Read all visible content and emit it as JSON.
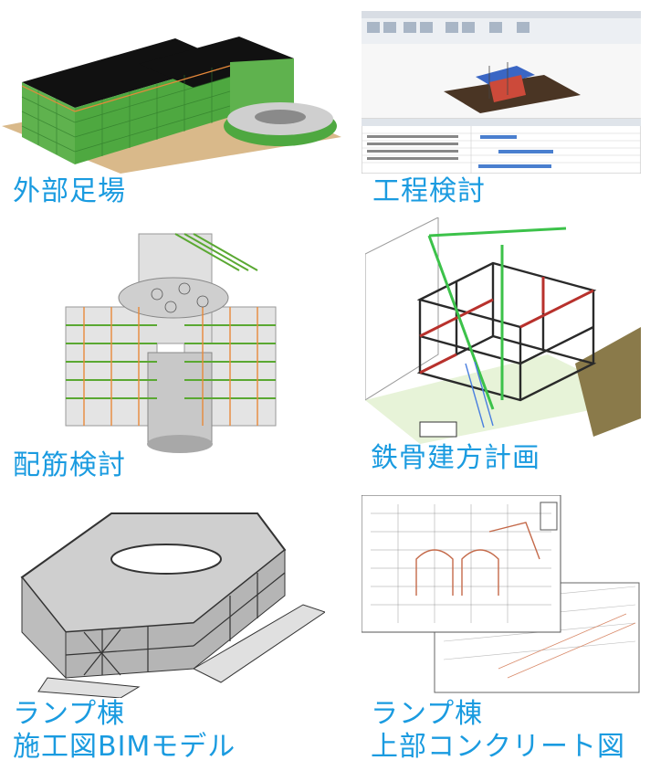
{
  "captions": {
    "scaffold": "外部足場",
    "schedule": "工程検討",
    "rebar": "配筋検討",
    "steel": "鉄骨建方計画",
    "ramp_model_line1": "ランプ棟",
    "ramp_model_line2": "施工図BIMモデル",
    "ramp_drawing_line1": "ランプ棟",
    "ramp_drawing_line2": "上部コンクリート図"
  },
  "colors": {
    "caption": "#1a9be0",
    "scaffold_green": "#55b848",
    "roof_black": "#111111",
    "ground": "#d9b98a",
    "rebar_green": "#5aa832",
    "rebar_orange": "#e8893a",
    "steel_dark": "#2a2a2a",
    "steel_red": "#b8312c",
    "crane_green": "#3cc24a",
    "ramp_gray": "#c9c9c9"
  }
}
